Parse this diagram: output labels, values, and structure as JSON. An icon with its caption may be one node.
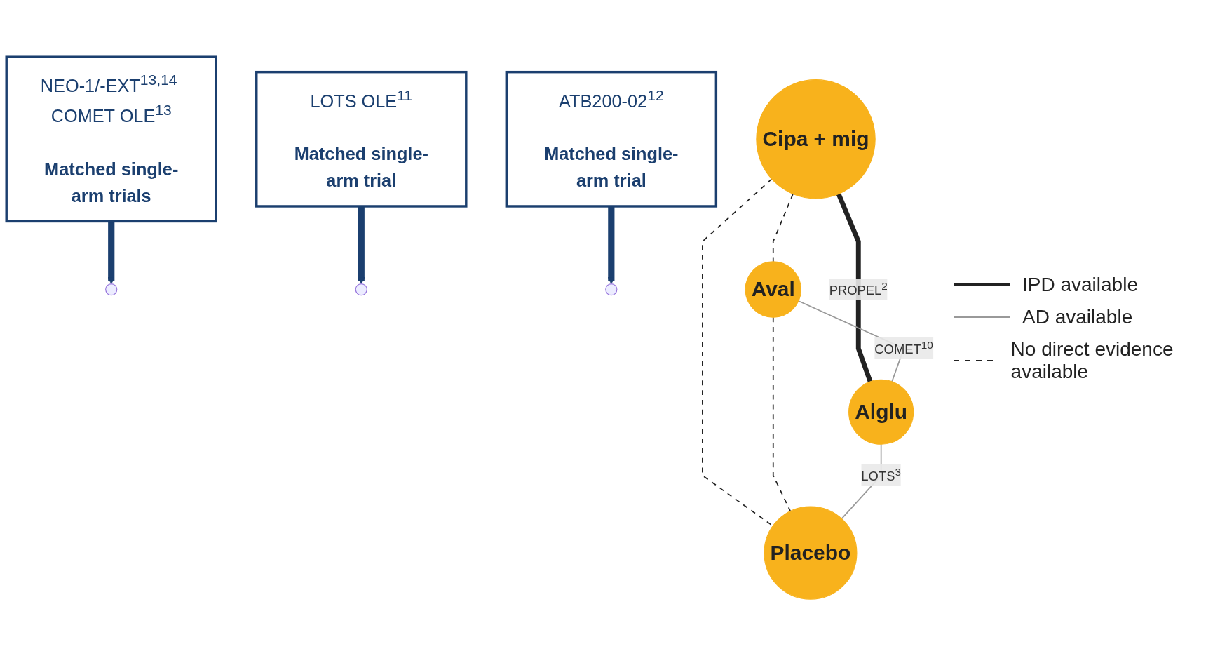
{
  "diagram": {
    "nodes": [
      {
        "text": [
          "Cipa + mig"
        ]
      },
      {
        "text": [
          "Aval"
        ]
      },
      {
        "text": [
          "Alglu"
        ]
      },
      {
        "text": [
          "Placebo"
        ]
      },
      {
        "text": [
          "ATB200-02$^{12}$",
          "Matched single-arm trial"
        ]
      },
      {
        "text": [
          "LOTS OLE$^{11}$",
          "Matched single-arm trial"
        ]
      },
      {
        "text": [
          "NEO-1/-EXT$^{13,14}$ COMET OLE$^{13}$",
          "Matched single-arm trials"
        ]
      }
    ],
    "edges": [
      {
        "from": 0,
        "to": 1,
        "arrow": "none",
        "style": "dashed"
      },
      {
        "from": 0,
        "to": 2,
        "arrow": "none",
        "label": "PROPEL$^{2}$",
        "style": "thick"
      },
      {
        "from": 1,
        "to": 2,
        "arrow": "none",
        "label": "COMET$^{10}$",
        "color": "#999999"
      },
      {
        "from": 0,
        "to": 3,
        "arrow": "none",
        "style": "dashed"
      },
      {
        "from": 1,
        "to": 3,
        "arrow": "none",
        "style": "dashed"
      },
      {
        "from": 2,
        "to": 3,
        "arrow": "none",
        "label": "LOTS$^{3}$",
        "color": "#999999"
      },
      {
        "from": 4,
        "to": null,
        "arrow": "to",
        "style": "thick",
        "color": "#1b3f6f"
      },
      {
        "from": 5,
        "to": null,
        "arrow": "to",
        "style": "thick",
        "color": "#1b3f6f"
      },
      {
        "from": 6,
        "to": null,
        "arrow": "to",
        "style": "thick",
        "color": "#1b3f6f"
      }
    ],
    "legend": [
      {
        "text": "IPD available"
      },
      {
        "text": "AD available"
      },
      {
        "text": "No direct evidence available"
      }
    ]
  }
}
